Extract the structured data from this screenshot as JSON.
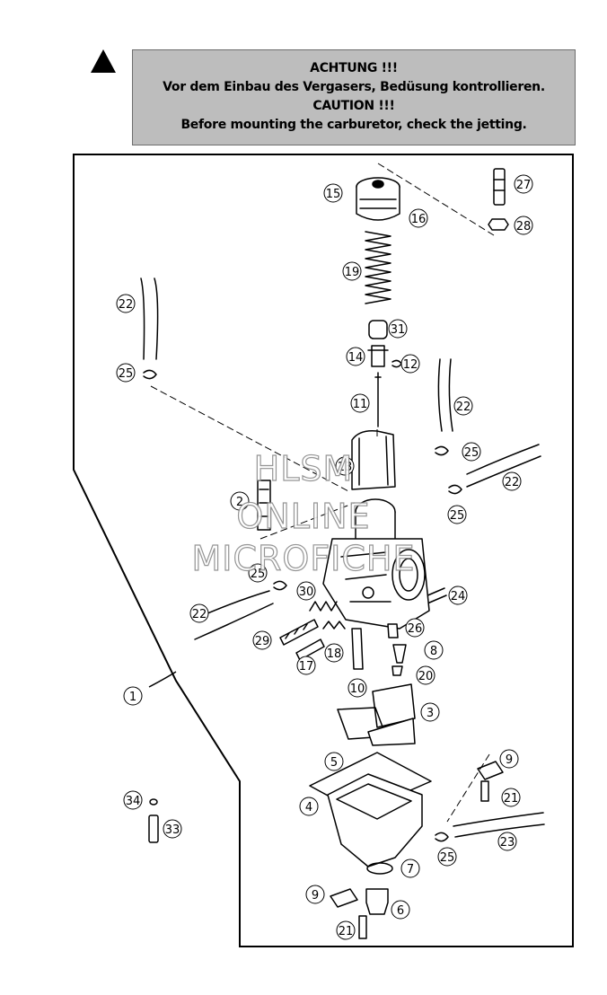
{
  "notice": {
    "lines": [
      "ACHTUNG !!!",
      "Vor dem Einbau des Vergasers, Bedüsung kontrollieren.",
      "CAUTION !!!",
      "Before mounting the carburetor, check the jetting."
    ]
  },
  "watermark": [
    "HLSM",
    "ONLINE",
    "MICROFICHE"
  ],
  "callouts": [
    "1",
    "2",
    "3",
    "4",
    "5",
    "6",
    "7",
    "8",
    "9",
    "9",
    "10",
    "11",
    "12",
    "13",
    "14",
    "15",
    "16",
    "17",
    "18",
    "19",
    "20",
    "21",
    "21",
    "22",
    "22",
    "22",
    "22",
    "23",
    "24",
    "25",
    "25",
    "25",
    "25",
    "25",
    "26",
    "27",
    "28",
    "29",
    "30",
    "31",
    "33",
    "34"
  ],
  "icons": {
    "warning": "warning-triangle-icon"
  }
}
